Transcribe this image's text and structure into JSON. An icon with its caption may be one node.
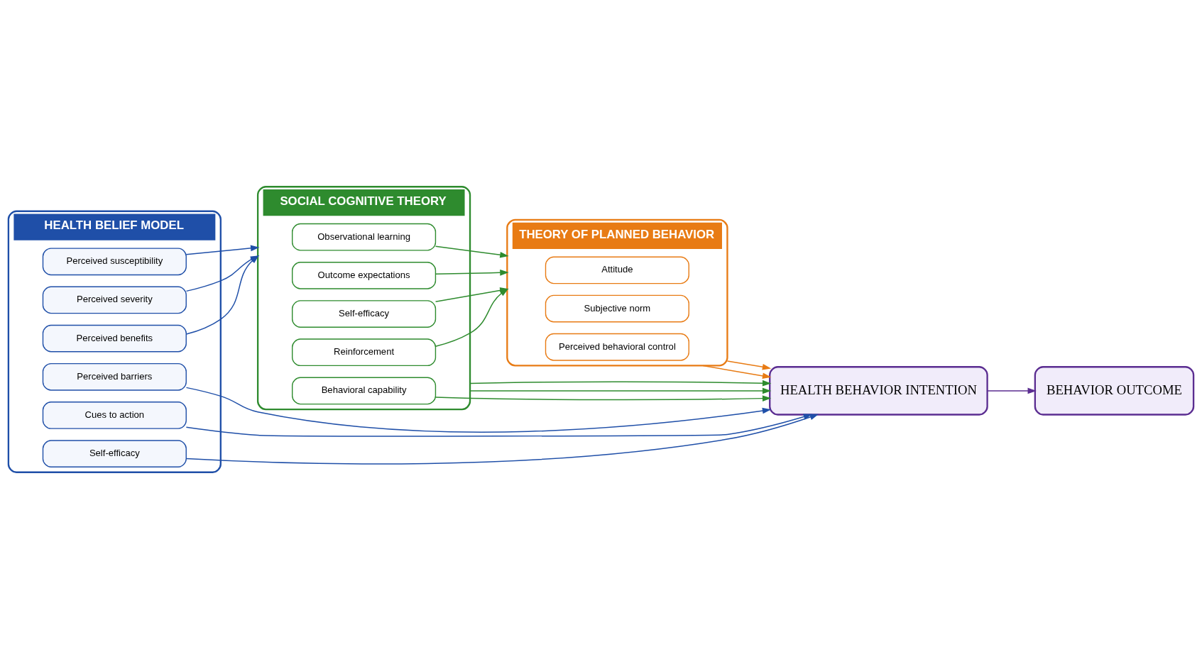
{
  "diagram": {
    "nodes": [
      {
        "text": [
          "HEALTH BELIEF MODEL"
        ]
      },
      {
        "text": [
          "Perceived susceptibility"
        ],
        "in": 0
      },
      {
        "text": [
          "Perceived severity"
        ],
        "in": 0
      },
      {
        "text": [
          "Perceived benefits"
        ],
        "in": 0
      },
      {
        "text": [
          "Perceived barriers"
        ],
        "in": 0
      },
      {
        "text": [
          "Cues to action"
        ],
        "in": 0
      },
      {
        "text": [
          "Self-efficacy"
        ],
        "in": 0
      },
      {
        "text": [
          "SOCIAL COGNITIVE THEORY"
        ]
      },
      {
        "text": [
          "Observational learning"
        ],
        "in": 7
      },
      {
        "text": [
          "Outcome expectations"
        ],
        "in": 7
      },
      {
        "text": [
          "Self-efficacy"
        ],
        "in": 7
      },
      {
        "text": [
          "Reinforcement"
        ],
        "in": 7
      },
      {
        "text": [
          "Behavioral capability"
        ],
        "in": 7
      },
      {
        "text": [
          "THEORY OF PLANNED BEHAVIOR"
        ]
      },
      {
        "text": [
          "Attitude"
        ],
        "in": 13
      },
      {
        "text": [
          "Subjective norm"
        ],
        "in": 13
      },
      {
        "text": [
          "Perceived behavioral control"
        ],
        "in": 13
      },
      {
        "text": [
          "HEALTH BEHAVIOR INTENTION"
        ]
      },
      {
        "text": [
          "BEHAVIOR OUTCOME"
        ]
      }
    ],
    "edges": [
      {
        "from": 1,
        "to": 7,
        "arrow": "to",
        "color": "#1f4fa8"
      },
      {
        "from": 2,
        "to": 7,
        "arrow": "to",
        "color": "#1f4fa8"
      },
      {
        "from": 3,
        "to": 7,
        "arrow": "to",
        "color": "#1f4fa8"
      },
      {
        "from": 4,
        "to": 17,
        "arrow": "to",
        "color": "#1f4fa8"
      },
      {
        "from": 5,
        "to": 17,
        "arrow": "to",
        "color": "#1f4fa8"
      },
      {
        "from": 6,
        "to": 17,
        "arrow": "to",
        "color": "#1f4fa8"
      },
      {
        "from": 8,
        "to": 13,
        "arrow": "to",
        "color": "#2e8b2e"
      },
      {
        "from": 9,
        "to": 13,
        "arrow": "to",
        "color": "#2e8b2e"
      },
      {
        "from": 10,
        "to": 13,
        "arrow": "to",
        "color": "#2e8b2e"
      },
      {
        "from": 11,
        "to": 13,
        "arrow": "to",
        "color": "#2e8b2e"
      },
      {
        "from": 12,
        "to": 17,
        "arrow": "to",
        "color": "#2e8b2e"
      },
      {
        "from": 7,
        "to": 17,
        "arrow": "to",
        "color": "#2e8b2e"
      },
      {
        "from": 7,
        "to": 17,
        "arrow": "to",
        "color": "#2e8b2e"
      },
      {
        "from": 13,
        "to": 17,
        "arrow": "to",
        "color": "#e87b14"
      },
      {
        "from": 13,
        "to": 17,
        "arrow": "to",
        "color": "#e87b14"
      },
      {
        "from": 17,
        "to": 18,
        "arrow": "to",
        "color": "#5b2d91"
      }
    ]
  }
}
